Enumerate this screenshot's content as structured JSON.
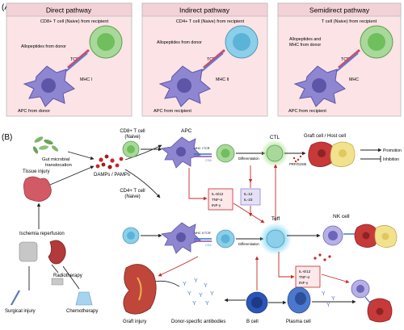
{
  "panel_a": {
    "label": "(A)",
    "pathways": [
      {
        "title": "Direct pathway",
        "tcell": "CD8+ T cell (Naive) from recipient",
        "peptide": "Allopeptides from donor",
        "tcr": "TCR",
        "mhc": "MHC I",
        "apc": "APC from donor"
      },
      {
        "title": "Indirect pathway",
        "tcell": "CD4+ T cell (Naive) from recipient",
        "peptide": "Allopeptides from donor",
        "tcr": "TCR",
        "mhc": "MHC II",
        "apc": "APC from recipient"
      },
      {
        "title": "Semidirect pathway",
        "tcell": "T cell (Naive) from recipient",
        "peptide_line1": "Allopeptides and",
        "peptide_line2": "MHC from donor",
        "tcr": "TCR",
        "mhc": "MHC",
        "apc": "APC from recipient"
      }
    ]
  },
  "panel_b": {
    "label": "(B)",
    "gut_line1": "Gut microbial",
    "gut_line2": "translocation",
    "tissue_injury": "Tissue injury",
    "damps": "DAMPs / PAMPs",
    "ischemia": "Ischemia reperfusion",
    "radiotherapy": "Radiotherapy",
    "surgical": "Surgical injury",
    "chemotherapy": "Chemotherapy",
    "cd8_line1": "CD8+ T cell",
    "cd8_line2": "(Naive)",
    "cd4_line1": "CD4+ T cell",
    "cd4_line2": "(Naive)",
    "apc": "APC",
    "mhc1_tcr": "MHC I TCR",
    "mhc2_tcr": "MHC II TCR",
    "cd8": "CD8",
    "cd4": "CD4",
    "differentiation": "Differentiation",
    "ctl": "CTL",
    "teff": "Teff",
    "graft_host": "Graft cell / Host cell",
    "prf": "PRF/GzmB",
    "cyto1": [
      "IL-6/12",
      "TNF-α",
      "INF-γ"
    ],
    "cyto2": [
      "IL-12",
      "IL-23"
    ],
    "cyto3": [
      "IL-6/12",
      "TNF-α",
      "INF-γ"
    ],
    "nk_cell": "NK cell",
    "promotion": "Promotion",
    "inhibition": "Inhibition",
    "graft_injury": "Graft injury",
    "dsa": "Donor-specific antibodies",
    "b_cell": "B cell",
    "plasma_cell": "Plasma cell"
  },
  "colors": {
    "panel_a_bg": "#fbe3e6",
    "panel_a_header": "#f3d2d7",
    "apc": "#8f86d2",
    "tcell": "#a8d99a",
    "tcell_cd4": "#8ccfe8",
    "graft": "#c8393a",
    "host": "#f2e28e",
    "arrow_red": "#c62828",
    "cytokine_box": "#fde8ea",
    "b_cell": "#2d55b8"
  }
}
